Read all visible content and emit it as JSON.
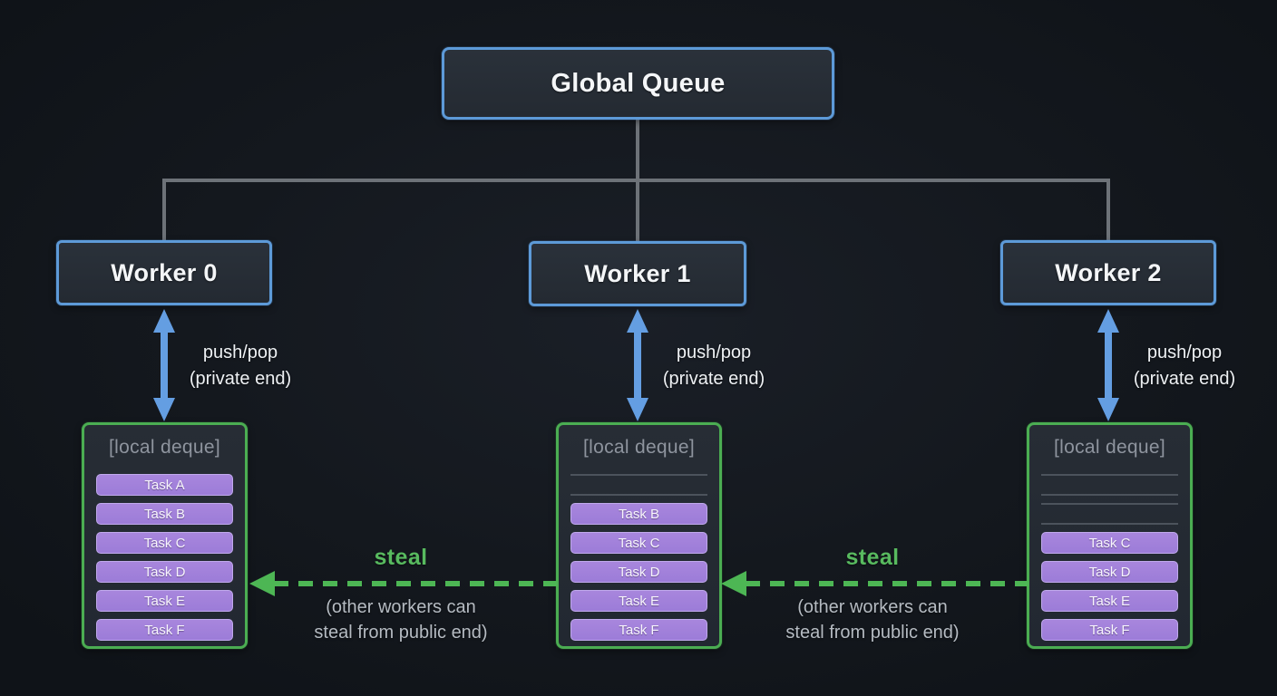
{
  "global_queue": {
    "label": "Global Queue"
  },
  "workers": [
    {
      "label": "Worker 0"
    },
    {
      "label": "Worker 1"
    },
    {
      "label": "Worker 2"
    }
  ],
  "push_pop_labels": [
    {
      "line1": "push/pop",
      "line2": "(private end)"
    },
    {
      "line1": "push/pop",
      "line2": "(private end)"
    },
    {
      "line1": "push/pop",
      "line2": "(private end)"
    }
  ],
  "deques": [
    {
      "title": "[local deque]",
      "empty_slots": 0,
      "tasks": [
        "Task A",
        "Task B",
        "Task C",
        "Task D",
        "Task E",
        "Task F"
      ]
    },
    {
      "title": "[local deque]",
      "empty_slots": 1,
      "tasks": [
        "Task B",
        "Task C",
        "Task D",
        "Task E",
        "Task F"
      ]
    },
    {
      "title": "[local deque]",
      "empty_slots": 2,
      "tasks": [
        "Task C",
        "Task D",
        "Task E",
        "Task F"
      ]
    }
  ],
  "steal_labels": [
    {
      "label": "steal",
      "caption_line1": "(other workers can",
      "caption_line2": "steal from public end)"
    },
    {
      "label": "steal",
      "caption_line1": "(other workers can",
      "caption_line2": "steal from public end)"
    }
  ],
  "colors": {
    "accent_blue": "#5d9ad8",
    "arrow_blue": "#649ee2",
    "accent_green": "#4bad52",
    "steal_green": "#58ba5f",
    "steal_arrow_green": "#4db654",
    "task_purple": "#9c7cd8",
    "task_purple_light": "#a886dd",
    "task_border": "#c0a9ec",
    "connector_gray": "#6d7278"
  }
}
